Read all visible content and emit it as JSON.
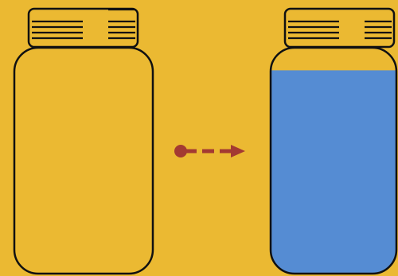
{
  "colors": {
    "background": "#EBB932",
    "outline": "#111111",
    "liquid": "#558CD3",
    "arrow": "#A33A32"
  },
  "jars": {
    "left": {
      "state": "empty",
      "fill_level": 0.0
    },
    "right": {
      "state": "filled",
      "fill_level": 0.9
    }
  },
  "arrow": {
    "direction": "right",
    "style": "dashed"
  }
}
